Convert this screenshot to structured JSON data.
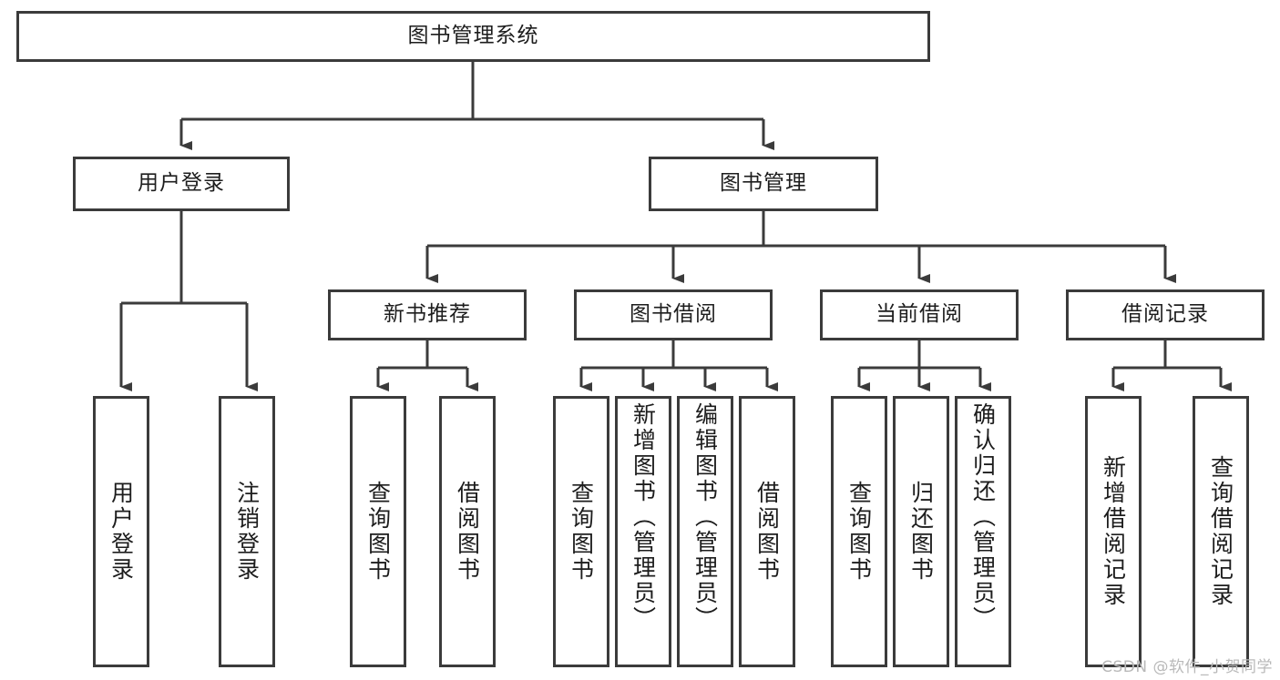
{
  "diagram": {
    "title": "图书管理系统",
    "type": "tree",
    "orientation": "top-down",
    "colors": {
      "box_border": "#3b3b3b",
      "box_fill": "#ffffff",
      "connector": "#3b3b3b",
      "text": "#1d1d1d",
      "watermark": "#b9b9b9"
    },
    "root": {
      "id": "root",
      "label": "图书管理系统"
    },
    "level2": [
      {
        "id": "user-login",
        "label": "用户登录"
      },
      {
        "id": "book-management",
        "label": "图书管理"
      }
    ],
    "level3": [
      {
        "id": "new-book-recommend",
        "label": "新书推荐",
        "parent": "book-management"
      },
      {
        "id": "book-borrow",
        "label": "图书借阅",
        "parent": "book-management"
      },
      {
        "id": "current-borrow",
        "label": "当前借阅",
        "parent": "book-management"
      },
      {
        "id": "borrow-record",
        "label": "借阅记录",
        "parent": "book-management"
      }
    ],
    "leaves": [
      {
        "id": "leaf-user-login",
        "label": "用户登录",
        "parent": "user-login"
      },
      {
        "id": "leaf-logout-login",
        "label": "注销登录",
        "parent": "user-login"
      },
      {
        "id": "leaf-query-book-1",
        "label": "查询图书",
        "parent": "new-book-recommend"
      },
      {
        "id": "leaf-borrow-book-1",
        "label": "借阅图书",
        "parent": "new-book-recommend"
      },
      {
        "id": "leaf-query-book-2",
        "label": "查询图书",
        "parent": "book-borrow"
      },
      {
        "id": "leaf-add-book-admin",
        "label": "新增图书（管理员）",
        "parent": "book-borrow"
      },
      {
        "id": "leaf-edit-book-admin",
        "label": "编辑图书（管理员）",
        "parent": "book-borrow"
      },
      {
        "id": "leaf-borrow-book-2",
        "label": "借阅图书",
        "parent": "book-borrow"
      },
      {
        "id": "leaf-query-book-3",
        "label": "查询图书",
        "parent": "current-borrow"
      },
      {
        "id": "leaf-return-book",
        "label": "归还图书",
        "parent": "current-borrow"
      },
      {
        "id": "leaf-confirm-return-admin",
        "label": "确认归还（管理员）",
        "parent": "current-borrow"
      },
      {
        "id": "leaf-add-borrow-record",
        "label": "新增借阅记录",
        "parent": "borrow-record"
      },
      {
        "id": "leaf-query-borrow-record",
        "label": "查询借阅记录",
        "parent": "borrow-record"
      }
    ]
  },
  "watermark": {
    "text": "CSDN @软件_小贺同学"
  }
}
